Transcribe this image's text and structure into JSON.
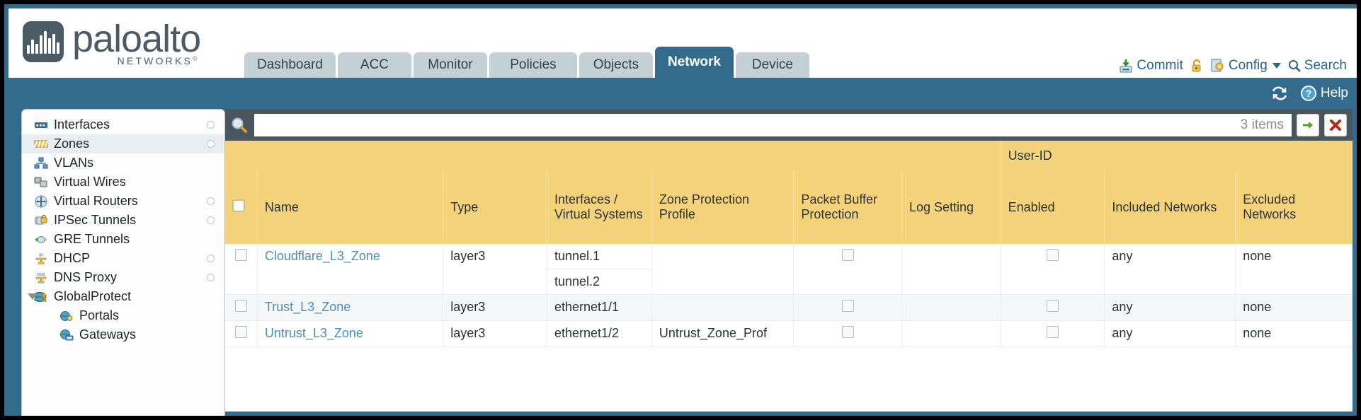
{
  "brand": {
    "word": "paloalto",
    "sub": "NETWORKS",
    "sub_mark": "©"
  },
  "tabs": [
    {
      "label": "Dashboard",
      "active": false
    },
    {
      "label": "ACC",
      "active": false
    },
    {
      "label": "Monitor",
      "active": false
    },
    {
      "label": "Policies",
      "active": false
    },
    {
      "label": "Objects",
      "active": false
    },
    {
      "label": "Network",
      "active": true
    },
    {
      "label": "Device",
      "active": false
    }
  ],
  "top_actions": {
    "commit": "Commit",
    "lock_icon": "padlock-icon",
    "config": "Config",
    "search": "Search"
  },
  "band": {
    "refresh_icon": "refresh-icon",
    "help": "Help"
  },
  "sidebar": {
    "items": [
      {
        "label": "Interfaces",
        "icon": "interfaces-icon",
        "selected": false,
        "dot": true,
        "child": false,
        "tri": false
      },
      {
        "label": "Zones",
        "icon": "zones-icon",
        "selected": true,
        "dot": true,
        "child": false,
        "tri": false
      },
      {
        "label": "VLANs",
        "icon": "vlans-icon",
        "selected": false,
        "dot": false,
        "child": false,
        "tri": false
      },
      {
        "label": "Virtual Wires",
        "icon": "virtual-wires-icon",
        "selected": false,
        "dot": false,
        "child": false,
        "tri": false
      },
      {
        "label": "Virtual Routers",
        "icon": "virtual-routers-icon",
        "selected": false,
        "dot": true,
        "child": false,
        "tri": false
      },
      {
        "label": "IPSec Tunnels",
        "icon": "ipsec-tunnels-icon",
        "selected": false,
        "dot": true,
        "child": false,
        "tri": false
      },
      {
        "label": "GRE Tunnels",
        "icon": "gre-tunnels-icon",
        "selected": false,
        "dot": false,
        "child": false,
        "tri": false
      },
      {
        "label": "DHCP",
        "icon": "dhcp-icon",
        "selected": false,
        "dot": true,
        "child": false,
        "tri": false
      },
      {
        "label": "DNS Proxy",
        "icon": "dns-proxy-icon",
        "selected": false,
        "dot": true,
        "child": false,
        "tri": false
      },
      {
        "label": "GlobalProtect",
        "icon": "globalprotect-icon",
        "selected": false,
        "dot": false,
        "child": false,
        "tri": true
      },
      {
        "label": "Portals",
        "icon": "portals-icon",
        "selected": false,
        "dot": false,
        "child": true,
        "tri": false
      },
      {
        "label": "Gateways",
        "icon": "gateways-icon",
        "selected": false,
        "dot": false,
        "child": true,
        "tri": false
      }
    ]
  },
  "search": {
    "value": "",
    "placeholder": "",
    "items_count": "3 items",
    "apply_icon": "green-arrow-icon",
    "clear_icon": "red-x-icon",
    "magnifier_icon": "magnifier-icon"
  },
  "table": {
    "group_header": "User-ID",
    "columns": [
      "Name",
      "Type",
      "Interfaces / Virtual Systems",
      "Zone Protection Profile",
      "Packet Buffer Protection",
      "Log Setting",
      "Enabled",
      "Included Networks",
      "Excluded Networks"
    ],
    "rows": [
      {
        "name": "Cloudflare_L3_Zone",
        "type": "layer3",
        "interfaces": [
          "tunnel.1",
          "tunnel.2"
        ],
        "zone_protection_profile": "",
        "packet_buffer_protection": false,
        "log_setting": "",
        "user_id_enabled": false,
        "included_networks": "any",
        "excluded_networks": "none"
      },
      {
        "name": "Trust_L3_Zone",
        "type": "layer3",
        "interfaces": [
          "ethernet1/1"
        ],
        "zone_protection_profile": "",
        "packet_buffer_protection": false,
        "log_setting": "",
        "user_id_enabled": false,
        "included_networks": "any",
        "excluded_networks": "none"
      },
      {
        "name": "Untrust_L3_Zone",
        "type": "layer3",
        "interfaces": [
          "ethernet1/2"
        ],
        "zone_protection_profile": "Untrust_Zone_Prof",
        "packet_buffer_protection": false,
        "log_setting": "",
        "user_id_enabled": false,
        "included_networks": "any",
        "excluded_networks": "none"
      }
    ]
  },
  "colors": {
    "brand_blue": "#336b8c",
    "header_yellow": "#f4d37a",
    "group_amber": "#ddab33",
    "link_blue": "#4a8fb4",
    "panel_dark": "#4a565e"
  }
}
